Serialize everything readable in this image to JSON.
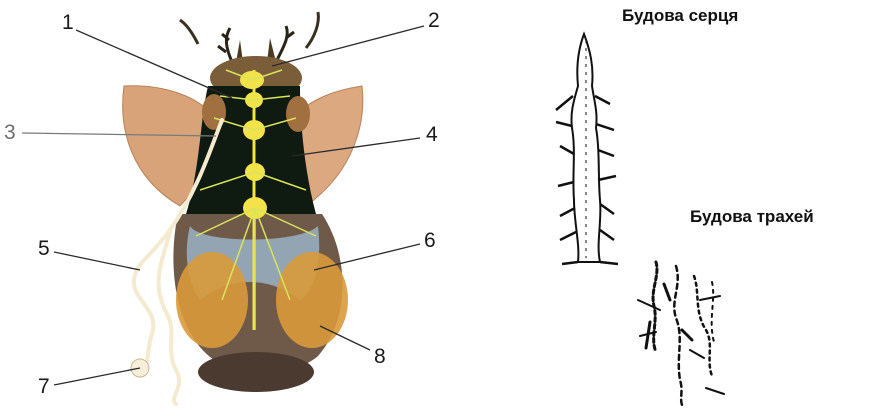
{
  "figure": {
    "callouts": [
      "1",
      "2",
      "3",
      "4",
      "5",
      "6",
      "7",
      "8"
    ],
    "heart_heading": "Будова серця",
    "trachea_heading": "Будова трахей"
  },
  "colors": {
    "nerve_cord": "#f2e34a",
    "thorax_bg": "#0f1a10",
    "wing": "#d9a37a",
    "abdomen": "#6f5a4a",
    "gland": "#d99a3a",
    "trachea_tube": "#f3ead0"
  }
}
